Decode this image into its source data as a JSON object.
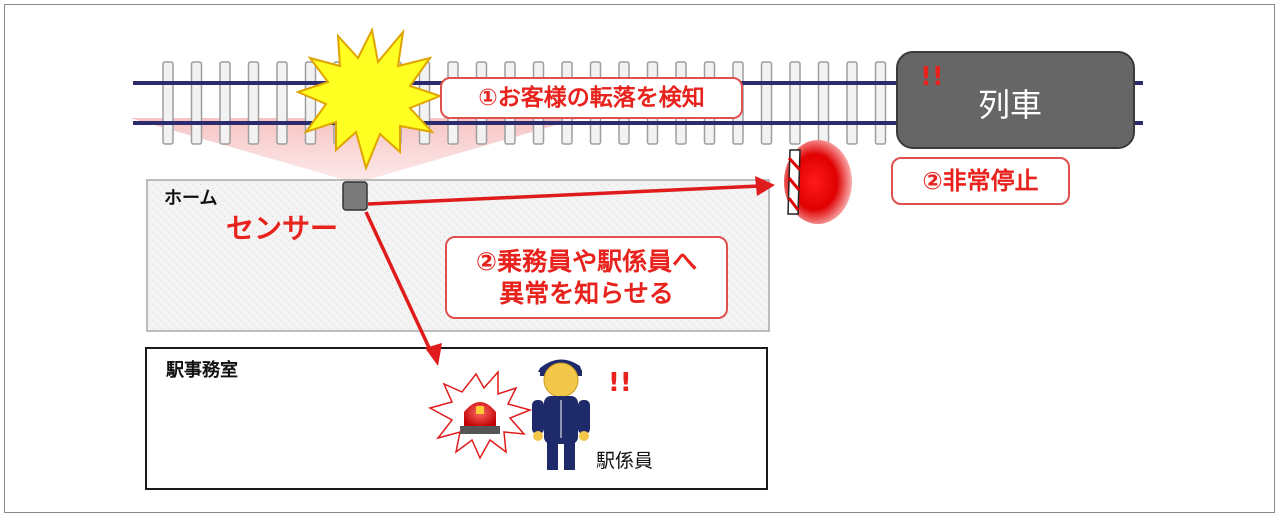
{
  "labels": {
    "detect": "①お客様の転落を検知",
    "stop": "②非常停止",
    "notify_line1": "②乗務員や駅係員へ",
    "notify_line2": "異常を知らせる",
    "platform": "ホーム",
    "sensor": "センサー",
    "office": "駅事務室",
    "train": "列車",
    "staff": "駅係員",
    "alert_train": "!!",
    "alert_staff": "!!"
  },
  "colors": {
    "accent_red": "#e8231d",
    "box_border": "#e0504c",
    "train_fill": "#666666",
    "rail": "#2b2b6e",
    "sleeper": "#9e9e9e",
    "platform_fill": "#f2f2f2",
    "flash_yellow": "#ffff22",
    "staff_uniform": "#1f2a6b",
    "skin": "#f3c84a"
  },
  "icons": {
    "flash": "explosion-burst-icon",
    "sensor": "sensor-box-icon",
    "stop_signal": "red-stop-light-icon",
    "alarm": "rotating-warning-lamp-icon",
    "staff": "station-staff-person-icon"
  }
}
